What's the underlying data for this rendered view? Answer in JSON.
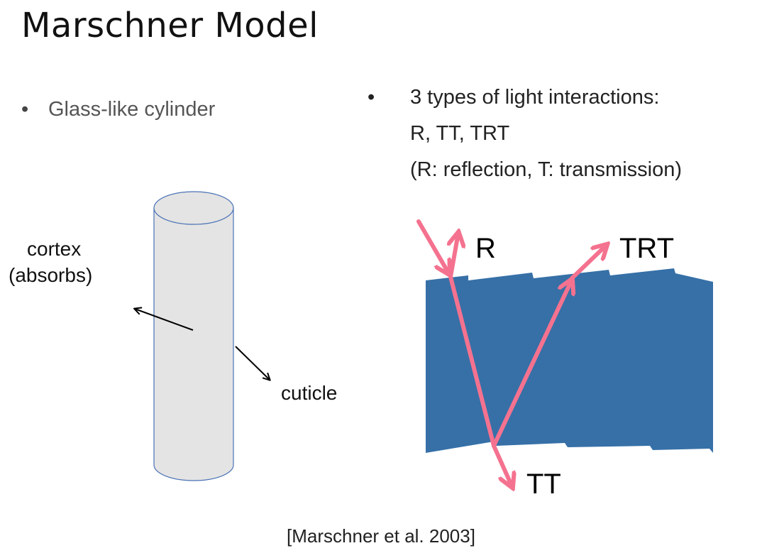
{
  "title": "Marschner Model",
  "left_bullet": "Glass-like cylinder",
  "right_bullet": {
    "line1": "3 types of light interactions:",
    "line2": "R, TT, TRT",
    "line3": "(R: reflection, T: transmission)"
  },
  "cylinder_labels": {
    "cortex": "cortex",
    "absorbs": "(absorbs)",
    "cuticle": "cuticle"
  },
  "path_labels": {
    "r": "R",
    "trt": "TRT",
    "tt": "TT"
  },
  "citation": "[Marschner et al. 2003]",
  "colors": {
    "cylinder_fill": "#e4e4e4",
    "cylinder_stroke": "#4a72b5",
    "hair_fill": "#3670a7",
    "ray": "#f4728f"
  }
}
